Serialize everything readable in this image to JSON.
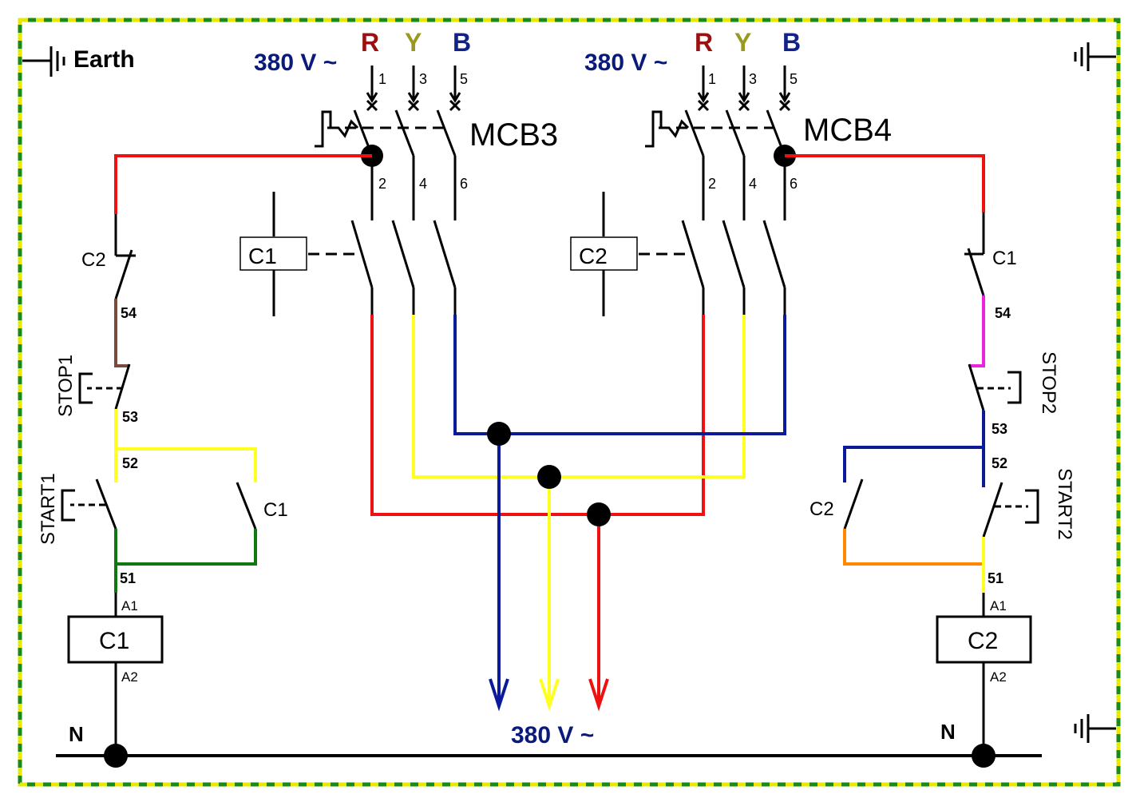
{
  "colors": {
    "border_green": "#1a8a1a",
    "border_yellow": "#e8e800",
    "red": "#ee1111",
    "yellow": "#ffff22",
    "blue": "#0a1a9a",
    "green": "#117711",
    "brown": "#7a4a3a",
    "magenta": "#ee22dd",
    "orange": "#ff8800",
    "phase_r": "#991111",
    "phase_y": "#999922",
    "phase_b": "#112288",
    "voltage_text": "#0a1a7a"
  },
  "earth": {
    "label": "Earth"
  },
  "supply_left": {
    "voltage": "380 V ~",
    "phases": [
      "R",
      "Y",
      "B"
    ],
    "line_terminals": [
      "1",
      "3",
      "5"
    ],
    "load_terminals": [
      "2",
      "4",
      "6"
    ],
    "breaker": "MCB3"
  },
  "supply_right": {
    "voltage": "380 V ~",
    "phases": [
      "R",
      "Y",
      "B"
    ],
    "line_terminals": [
      "1",
      "3",
      "5"
    ],
    "load_terminals": [
      "2",
      "4",
      "6"
    ],
    "breaker": "MCB4"
  },
  "output": {
    "voltage": "380 V ~"
  },
  "left_circuit": {
    "interlock": "C2",
    "stop": "STOP1",
    "start": "START1",
    "hold": "C1",
    "coil": "C1",
    "main_contactor": "C1",
    "nodes": [
      "54",
      "53",
      "52",
      "51"
    ],
    "coil_terminals": [
      "A1",
      "A2"
    ],
    "neutral": "N"
  },
  "right_circuit": {
    "interlock": "C1",
    "stop": "STOP2",
    "start": "START2",
    "hold": "C2",
    "coil": "C2",
    "main_contactor": "C2",
    "nodes": [
      "54",
      "53",
      "52",
      "51"
    ],
    "coil_terminals": [
      "A1",
      "A2"
    ],
    "neutral": "N"
  }
}
